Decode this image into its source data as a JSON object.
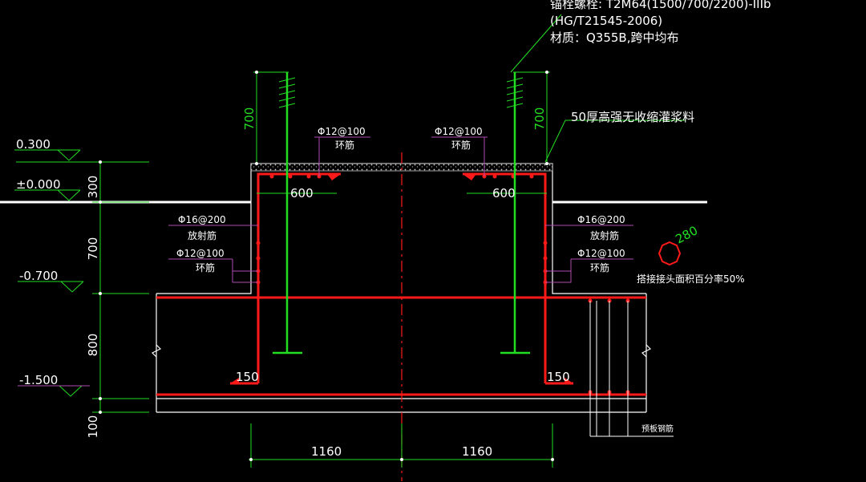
{
  "colors": {
    "background": "#000000",
    "concrete": "#ffffff",
    "rebar": "#ff1a1a",
    "anchor_bolt": "#22dd22",
    "leader": "#b04ab0",
    "grout": "#cccccc"
  },
  "notes": {
    "bolt_line1": "锚栓螺栓: T2M64(1500/700/2200)-IIIb",
    "bolt_line2": "(HG/T21545-2006)",
    "bolt_line3": "材质：Q355B,跨中均布",
    "grout": "50厚高强无收缩灌浆料",
    "splice": "搭接接头面积百分率50%",
    "bent_bar": "预板钢筋"
  },
  "elevations": [
    "0.300",
    "±0.000",
    "-0.700",
    "-1.500"
  ],
  "dims_vertical": [
    "300",
    "700",
    "800",
    "100"
  ],
  "dim_bolt_left": "700",
  "dim_bolt_right": "700",
  "dims_bottom": [
    "1160",
    "1160"
  ],
  "dim_600_left": "600",
  "dim_600_right": "600",
  "hooks": [
    "150",
    "150"
  ],
  "diameter": "280",
  "rebar_labels": {
    "top_left_spec": "Φ12@100",
    "top_left_type": "环筋",
    "top_right_spec": "Φ12@100",
    "top_right_type": "环筋",
    "mid_left_spec": "Φ16@200",
    "mid_left_type": "放射筋",
    "mid_right_spec": "Φ16@200",
    "mid_right_type": "放射筋",
    "low_left_spec": "Φ12@100",
    "low_left_type": "环筋",
    "low_right_spec": "Φ12@100",
    "low_right_type": "环筋"
  }
}
